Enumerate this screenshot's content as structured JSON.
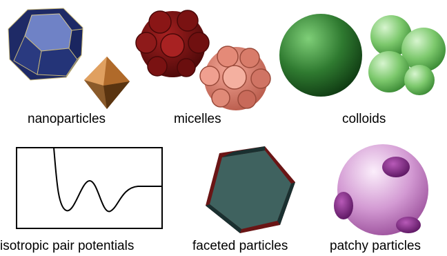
{
  "labels": {
    "nanoparticles": "nanoparticles",
    "micelles": "micelles",
    "colloids": "colloids",
    "potentials": "isotropic pair potentials",
    "faceted": "faceted particles",
    "patchy": "patchy particles"
  },
  "colors": {
    "truncated_octahedron": "#2c3a7a",
    "octahedron": "#c07a3a",
    "micelle_dark": "#7a1010",
    "micelle_light": "#e08070",
    "colloid_dark": "#2e6e2e",
    "colloid_light": "#7ccc6c",
    "faceted_fill": "#3d5f5c",
    "faceted_edge": "#6a1515",
    "patchy_sphere": "#d9a6d9",
    "patchy_patch": "#8a2c8a"
  }
}
